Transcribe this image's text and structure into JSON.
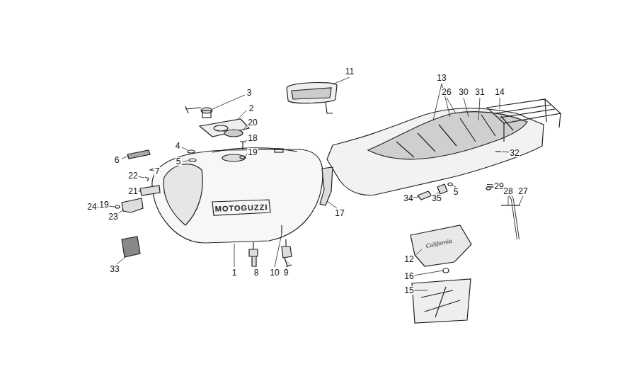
{
  "diagram": {
    "labels": [
      "3",
      "2",
      "20",
      "4",
      "18",
      "5",
      "19",
      "6",
      "7",
      "22",
      "21",
      "24",
      "19",
      "23",
      "33",
      "1",
      "8",
      "10",
      "9",
      "11",
      "17",
      "13",
      "26",
      "30",
      "31",
      "14",
      "32",
      "29",
      "28",
      "27",
      "5",
      "34",
      "35",
      "12",
      "16",
      "15",
      "MOTOGUZZI",
      "California"
    ]
  }
}
